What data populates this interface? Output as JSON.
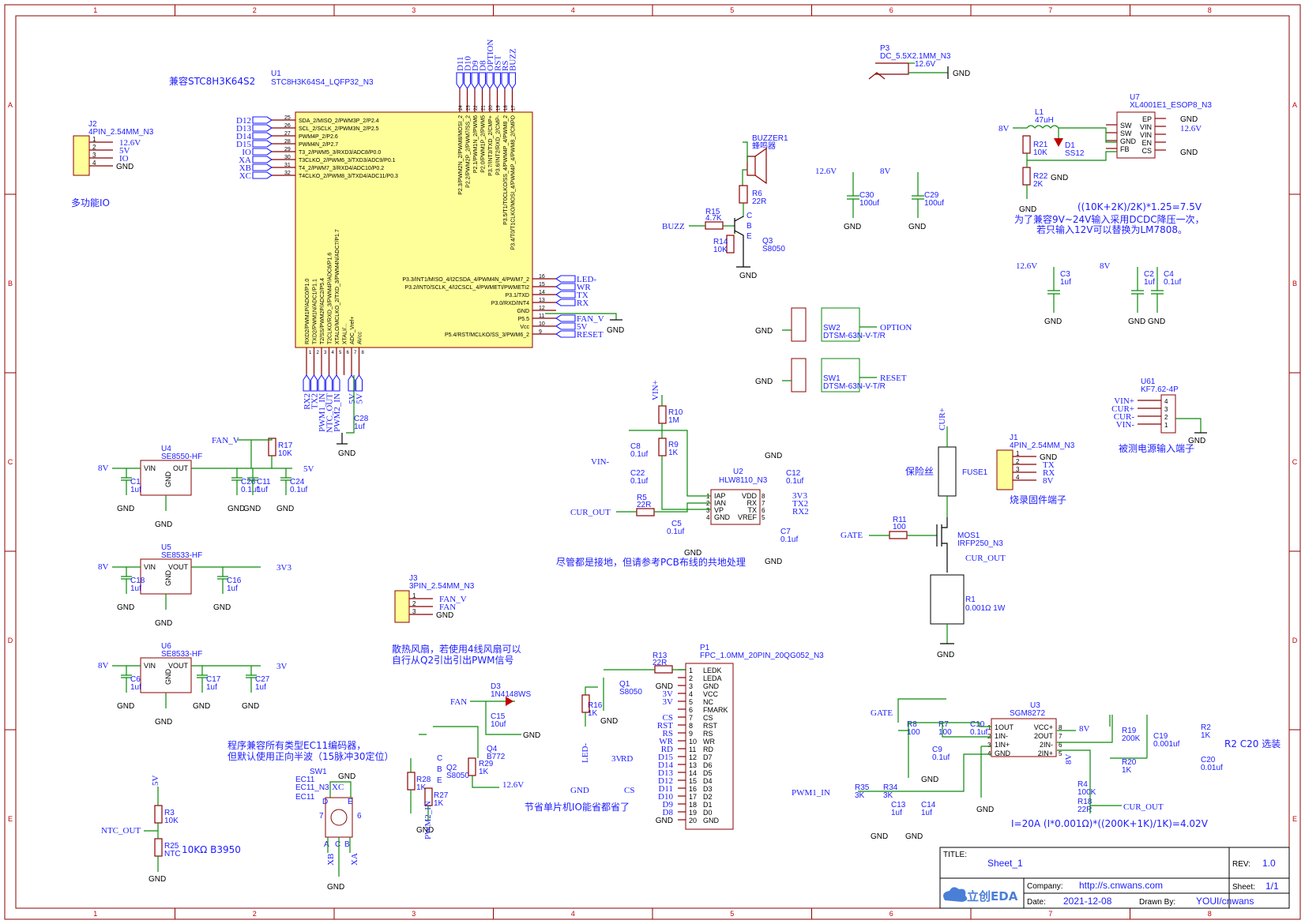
{
  "border": {
    "columns": [
      "1",
      "2",
      "3",
      "4",
      "5",
      "6",
      "7",
      "8"
    ],
    "rows": [
      "A",
      "B",
      "C",
      "D",
      "E"
    ]
  },
  "mcu": {
    "ref": "U1",
    "part": "STC8H3K64S4_LQFP32_N3",
    "compat": "兼容STC8H3K64S2",
    "left_pins": [
      {
        "n": "25",
        "fn": "SDA_2/MISO_2/PWM3P_2/P2.4",
        "net": "D12"
      },
      {
        "n": "26",
        "fn": "SCL_2/SCLK_2/PWM3N_2/P2.5",
        "net": "D13"
      },
      {
        "n": "27",
        "fn": "PWM4P_2/P2.6",
        "net": "D14"
      },
      {
        "n": "28",
        "fn": "PWM4N_2/P2.7",
        "net": "D15"
      },
      {
        "n": "29",
        "fn": "T3_2/PWM5_3/RXD3/ADC8/P0.0",
        "net": "IO"
      },
      {
        "n": "30",
        "fn": "T3CLKO_2/PWM6_3/TXD3/ADC9/P0.1",
        "net": "XA"
      },
      {
        "n": "31",
        "fn": "T4_2/PWM7_3/RXD4/ADC10/P0.2",
        "net": "XB"
      },
      {
        "n": "32",
        "fn": "T4CLKO_2/PWM8_3/TXD4/ADC11/P0.3",
        "net": "XC"
      }
    ],
    "right_pins": [
      {
        "n": "16",
        "fn": "P3.3/INT1/MISO_4/I2CSDA_4/PWM4N_4/PWM7_2",
        "net": "LED-"
      },
      {
        "n": "15",
        "fn": "P3.2/INT0/SCLK_4/I2CSCL_4/PWMETI/PWMETI2",
        "net": "WR"
      },
      {
        "n": "14",
        "fn": "P3.1/TXD",
        "net": "TX"
      },
      {
        "n": "13",
        "fn": "P3.0/RXD/INT4",
        "net": "RX"
      },
      {
        "n": "12",
        "fn": "GND",
        "net": "GND"
      },
      {
        "n": "11",
        "fn": "P5.5",
        "net": "FAN_V"
      },
      {
        "n": "10",
        "fn": "Vcc",
        "net": "5V"
      },
      {
        "n": "9",
        "fn": "P5.4/RST/MCLKO/SS_3/PWM6_2",
        "net": "RESET"
      }
    ],
    "top_pins": [
      {
        "n": "24",
        "fn": "P2.3/PWM2N_2/PWM8/MOSI_2",
        "net": "D11"
      },
      {
        "n": "23",
        "fn": "P2.2/PWM2P_2/PWM7/SS_2",
        "net": "D10"
      },
      {
        "n": "22",
        "fn": "P2.1/PWM1N_2/PWM6",
        "net": "D9"
      },
      {
        "n": "21",
        "fn": "P2.0/PWM1P_2/PWM5",
        "net": "D8"
      },
      {
        "n": "20",
        "fn": "P3.7/INT3/TXD_2/CMP+",
        "net": "OPTION"
      },
      {
        "n": "19",
        "fn": "P3.6/INT2/RXD_2/CMP-",
        "net": "RST"
      },
      {
        "n": "18",
        "fn": "P3.5/T1/T0CLKO/SS_4/PWM4P_4/PWM8_2",
        "net": "RS"
      },
      {
        "n": "17",
        "fn": "P3.4/T0/T1CLKO/MOSI_4/PWM4P_4/PWM8_2/CMPO",
        "net": "BUZZ"
      }
    ],
    "bottom_pins": [
      {
        "n": "1",
        "fn": "RXD2/PWM1P/ADC0/P1.0",
        "net": "RX2"
      },
      {
        "n": "2",
        "fn": "TXD2/PWM1N/ADC1/P1.1",
        "net": "TX2"
      },
      {
        "n": "3",
        "fn": "T2/SS/PWM2P/ADC2/P5.4",
        "net": "PWM1_IN"
      },
      {
        "n": "4",
        "fn": "T2CLKO/RXD_3/PWM4P/ADC6/P1.6",
        "net": "NTC_OUT"
      },
      {
        "n": "5",
        "fn": "XTALO/MCLKO_2/TXD_3/PWM4N/ADC7/P1.7",
        "net": "PWM2_IN"
      },
      {
        "n": "6",
        "fn": "XTALI/...",
        "net": ""
      },
      {
        "n": "7",
        "fn": "ADC_Vref+",
        "net": "5V"
      },
      {
        "n": "8",
        "fn": "AVcc",
        "net": "5V"
      }
    ],
    "c28": {
      "ref": "C28",
      "val": "1uf"
    },
    "gnd": "GND"
  },
  "j2": {
    "ref": "J2",
    "part": "4PIN_2.54MM_N3",
    "pins": [
      "1",
      "2",
      "3",
      "4"
    ],
    "nets": [
      "12.6V",
      "5V",
      "IO",
      "GND"
    ],
    "caption": "多功能IO"
  },
  "j1": {
    "ref": "J1",
    "part": "4PIN_2.54MM_N3",
    "pins": [
      "1",
      "2",
      "3",
      "4"
    ],
    "nets": [
      "GND",
      "TX",
      "RX",
      "8V"
    ],
    "caption": "烧录固件端子"
  },
  "j3": {
    "ref": "J3",
    "part": "3PIN_2.54MM_N3",
    "pins": [
      "1",
      "2",
      "3"
    ],
    "nets": [
      "FAN_V",
      "FAN",
      "GND"
    ],
    "caption1": "散热风扇，若使用4线风扇可以",
    "caption2": "自行从Q2引出引出PWM信号"
  },
  "p3": {
    "ref": "P3",
    "part": "DC_5.5X2.1MM_N3",
    "net": "12.6V",
    "gnd": "GND"
  },
  "buzzer": {
    "ref": "BUZZER1",
    "val": "蜂鸣器",
    "r6": {
      "ref": "R6",
      "val": "22R"
    },
    "r15": {
      "ref": "R15",
      "val": "4.7K"
    },
    "r14": {
      "ref": "R14",
      "val": "10K"
    },
    "q3": {
      "ref": "Q3",
      "val": "S8050"
    },
    "net": "BUZZ",
    "pins": [
      "C",
      "B",
      "E"
    ]
  },
  "caps_top": [
    {
      "ref": "C30",
      "val": "100uf",
      "net": "12.6V"
    },
    {
      "ref": "C29",
      "val": "100uf",
      "net": "8V"
    },
    {
      "ref": "C3",
      "val": "1uf",
      "net": "12.6V"
    },
    {
      "ref": "C2",
      "val": "1uf",
      "net": "8V"
    },
    {
      "ref": "C4",
      "val": "0.1uf",
      "net": ""
    }
  ],
  "u7": {
    "ref": "U7",
    "part": "XL4001E1_ESOP8_N3",
    "l1": {
      "ref": "L1",
      "val": "47uH"
    },
    "d1": {
      "ref": "D1",
      "val": "SS12"
    },
    "r21": {
      "ref": "R21",
      "val": "10K"
    },
    "r22": {
      "ref": "R22",
      "val": "2K"
    },
    "pins_left": [
      "SW",
      "SW",
      "GND",
      "FB"
    ],
    "pins_right": [
      "EP",
      "VIN",
      "VIN",
      "EN",
      "CS"
    ],
    "nets": [
      "8V",
      "GND",
      "12.6V",
      "GND"
    ],
    "note1": "((10K+2K)/2K)*1.25=7.5V",
    "note2": "为了兼容9V~24V输入采用DCDC降压一次，",
    "note3": "若只输入12V可以替换为LM7808。"
  },
  "switches": [
    {
      "ref": "SW2",
      "part": "DTSM-63N-V-T/R",
      "net": "OPTION",
      "gnd": "GND"
    },
    {
      "ref": "SW1",
      "part": "DTSM-63N-V-T/R",
      "net": "RESET",
      "gnd": "GND"
    }
  ],
  "u61": {
    "ref": "U61",
    "part": "KF7.62-4P",
    "nets": [
      "VIN+",
      "CUR+",
      "CUR-",
      "VIN-"
    ],
    "pins": [
      "4",
      "3",
      "2",
      "1"
    ],
    "caption": "被测电源输入端子"
  },
  "hlw": {
    "ref": "U2",
    "part": "HLW8110_N3",
    "pins_left": [
      "IAP",
      "IAN",
      "VP",
      "GND"
    ],
    "pins_right": [
      "VDD",
      "RX",
      "TX",
      "VREF"
    ],
    "r10": {
      "ref": "R10",
      "val": "1M"
    },
    "r9": {
      "ref": "R9",
      "val": "1K"
    },
    "r5": {
      "ref": "R5",
      "val": "22R"
    },
    "c8": {
      "ref": "C8",
      "val": "0.1uf"
    },
    "c22": {
      "ref": "C22",
      "val": "0.1uf"
    },
    "c5": {
      "ref": "C5",
      "val": "0.1uf"
    },
    "c12": {
      "ref": "C12",
      "val": "0.1uf"
    },
    "c7": {
      "ref": "C7",
      "val": "0.1uf"
    },
    "nets": [
      "VIN+",
      "VIN-",
      "CUR_OUT",
      "3V3",
      "TX2",
      "RX2"
    ],
    "note": "尽管都是接地，但请参考PCB布线的共地处理"
  },
  "fuse": {
    "ref": "FUSE1",
    "caption": "保险丝",
    "net": "CUR+"
  },
  "mos": {
    "ref": "MOS1",
    "part": "IRFP250_N3",
    "r11": {
      "ref": "R11",
      "val": "100"
    },
    "net_gate": "GATE",
    "net_out": "CUR_OUT"
  },
  "r1": {
    "ref": "R1",
    "val": "0.001Ω 1W"
  },
  "regs": [
    {
      "ref": "U4",
      "part": "SE8550-HF",
      "in": "8V",
      "out": "5V",
      "pins": [
        "VIN",
        "OUT",
        "GND"
      ],
      "caps": [
        "C1 1uf",
        "C26 0.1uf",
        "C11 1uf",
        "C24 0.1uf"
      ],
      "r17": "R17 10K",
      "fanv": "FAN_V"
    },
    {
      "ref": "U5",
      "part": "SE8533-HF",
      "in": "8V",
      "out": "3V3",
      "pins": [
        "VIN",
        "VOUT",
        "GND"
      ],
      "caps": [
        "C18 1uf",
        "C16 1uf"
      ]
    },
    {
      "ref": "U6",
      "part": "SE8533-HF",
      "in": "8V",
      "out": "3V",
      "pins": [
        "VIN",
        "VOUT",
        "GND"
      ],
      "caps": [
        "C6 1uf",
        "C17 1uf",
        "C27 1uf"
      ]
    }
  ],
  "fan": {
    "d3": {
      "ref": "D3",
      "val": "1N4148WS"
    },
    "c15": {
      "ref": "C15",
      "val": "10uf"
    },
    "q4": {
      "ref": "Q4",
      "val": "B772"
    },
    "q2": {
      "ref": "Q2",
      "val": "S8050"
    },
    "r28": {
      "ref": "R28",
      "val": "1K"
    },
    "r29": {
      "ref": "R29",
      "val": "1K"
    },
    "r27": {
      "ref": "R27",
      "val": "1K"
    },
    "nets": [
      "FAN",
      "GND",
      "12.6V",
      "PWM2_IN"
    ]
  },
  "enc": {
    "ref": "SW1",
    "part": "EC11_N3",
    "alias": "EC11",
    "pins": [
      "A",
      "C",
      "B",
      "D",
      "E",
      "6",
      "7"
    ],
    "nets": [
      "XB",
      "XA",
      "XC",
      "GND"
    ],
    "note1": "程序兼容所有类型EC11编码器，",
    "note2": "但默认使用正向半波（15脉冲30定位）"
  },
  "ntc": {
    "r3": {
      "ref": "R3",
      "val": "10K"
    },
    "r25": {
      "ref": "R25",
      "val": "NTC"
    },
    "net": "NTC_OUT",
    "vcc": "5V",
    "caption": "10KΩ B3950"
  },
  "lcd": {
    "ref": "P1",
    "part": "FPC_1.0MM_20PIN_20QG052_N3",
    "pins": [
      "LEDK",
      "LEDA",
      "GND",
      "VCC",
      "NC",
      "FMARK",
      "CS",
      "RST",
      "RS",
      "WR",
      "RD",
      "D7",
      "D6",
      "D5",
      "D4",
      "D3",
      "D2",
      "D1",
      "D0",
      "GND"
    ],
    "nets": [
      "",
      "",
      "GND",
      "3V",
      "3V",
      "",
      "CS",
      "RST",
      "RS",
      "WR",
      "RD",
      "D15",
      "D14",
      "D13",
      "D12",
      "D11",
      "D10",
      "D9",
      "D8",
      "GND"
    ],
    "r13": {
      "ref": "R13",
      "val": "22R"
    },
    "q1": {
      "ref": "Q1",
      "val": "S8050"
    },
    "r16": {
      "ref": "R16",
      "val": "1K"
    },
    "led": "LED-",
    "nc1": [
      "3V",
      "RD"
    ],
    "nc2": [
      "GND",
      "CS"
    ],
    "note": "节省单片机IO能省都省了"
  },
  "amp": {
    "ref": "U3",
    "part": "SGM8272",
    "pins_left": [
      "1OUT",
      "1IN-",
      "1IN+",
      "GND"
    ],
    "pins_right": [
      "VCC+",
      "2OUT",
      "2IN-",
      "2IN+"
    ],
    "parts": [
      "R8 100",
      "R7 100",
      "C10 0.1uf",
      "C9 0.1uf",
      "R19 200K",
      "C19 0.001uf",
      "R20 1K",
      "R2 1K",
      "C20 0.01uf",
      "R35 3K",
      "R34 3K",
      "C13 1uf",
      "C14 1uf",
      "R4 100K",
      "R18 22R"
    ],
    "nets": [
      "GATE",
      "8V",
      "PWM1_IN",
      "CUR_OUT",
      "8V",
      "GND"
    ],
    "note1": "R2 C20 选装",
    "note2": "I=20A    (I*0.001Ω)*((200K+1K)/1K)=4.02V"
  },
  "titleblock": {
    "title_label": "TITLE:",
    "title": "Sheet_1",
    "rev_label": "REV:",
    "rev": "1.0",
    "company_label": "Company:",
    "company": "http://s.cnwans.com",
    "sheet_label": "Sheet:",
    "sheet": "1/1",
    "date_label": "Date:",
    "date": "2021-12-08",
    "drawn_label": "Drawn By:",
    "drawn": "YOUI/cnwans",
    "logo": "立创EDA"
  }
}
